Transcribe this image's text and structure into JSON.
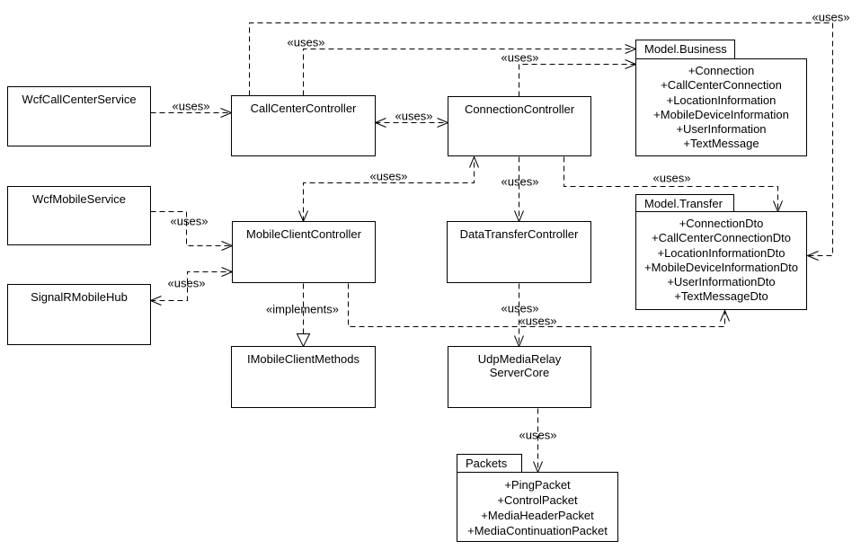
{
  "stereotypes": {
    "uses": "«uses»",
    "implements": "«implements»"
  },
  "colors": {
    "background": "#ffffff",
    "line": "#000000",
    "text": "#000000"
  },
  "classes": [
    {
      "name": "WcfCallCenterService"
    },
    {
      "name": "CallCenterController"
    },
    {
      "name": "WcfMobileService"
    },
    {
      "name": "SignalRMobileHub"
    },
    {
      "name": "MobileClientController"
    },
    {
      "name": "ConnectionController"
    },
    {
      "name": "DataTransferController"
    },
    {
      "name": "IMobileClientMethods"
    },
    {
      "name": "UdpMediaRelay",
      "name2": "ServerCore"
    }
  ],
  "packages": [
    {
      "name": "Model.Business",
      "items": [
        "+Connection",
        "+CallCenterConnection",
        "+LocationInformation",
        "+MobileDeviceInformation",
        "+UserInformation",
        "+TextMessage"
      ]
    },
    {
      "name": "Model.Transfer",
      "items": [
        "+ConnectionDto",
        "+CallCenterConnectionDto",
        "+LocationInformationDto",
        "+MobileDeviceInformationDto",
        "+UserInformationDto",
        "+TextMessageDto"
      ]
    },
    {
      "name": "Packets",
      "items": [
        "+PingPacket",
        "+ControlPacket",
        "+MediaHeaderPacket",
        "+MediaContinuationPacket"
      ]
    }
  ],
  "relationships": [
    {
      "from": "WcfCallCenterService",
      "to": "CallCenterController",
      "stereotype": "uses"
    },
    {
      "from": "CallCenterController",
      "to": "ConnectionController",
      "stereotype": "uses",
      "bidirectional": true
    },
    {
      "from": "CallCenterController",
      "to": "Model.Transfer",
      "stereotype": "uses"
    },
    {
      "from": "CallCenterController",
      "to": "Model.Business",
      "stereotype": "uses"
    },
    {
      "from": "ConnectionController",
      "to": "Model.Business",
      "stereotype": "uses"
    },
    {
      "from": "WcfMobileService",
      "to": "MobileClientController",
      "stereotype": "uses"
    },
    {
      "from": "SignalRMobileHub",
      "to": "MobileClientController",
      "stereotype": "uses",
      "bidirectional": true
    },
    {
      "from": "MobileClientController",
      "to": "ConnectionController",
      "stereotype": "uses",
      "bidirectional": true
    },
    {
      "from": "ConnectionController",
      "to": "DataTransferController",
      "stereotype": "uses"
    },
    {
      "from": "ConnectionController",
      "to": "Model.Transfer",
      "stereotype": "uses"
    },
    {
      "from": "MobileClientController",
      "to": "IMobileClientMethods",
      "stereotype": "implements"
    },
    {
      "from": "MobileClientController",
      "to": "Model.Transfer",
      "stereotype": "uses"
    },
    {
      "from": "DataTransferController",
      "to": "UdpMediaRelayServerCore",
      "stereotype": "uses"
    },
    {
      "from": "UdpMediaRelayServerCore",
      "to": "Packets",
      "stereotype": "uses"
    }
  ]
}
